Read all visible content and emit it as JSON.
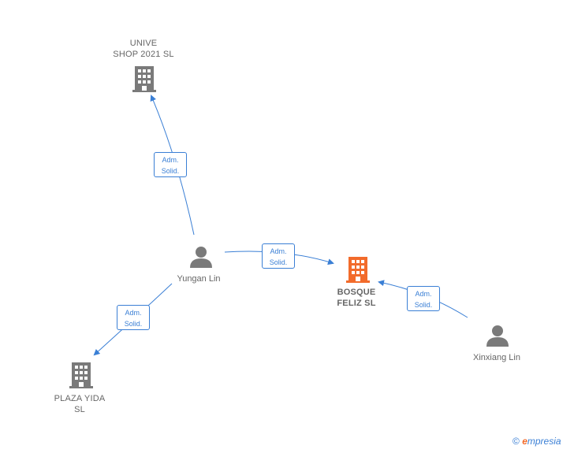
{
  "nodes": {
    "unive": {
      "label": "UNIVE\nSHOP 2021  SL",
      "icon": "building-icon"
    },
    "bosque": {
      "label": "BOSQUE\nFELIZ  SL",
      "icon": "building-icon",
      "color": "#f26b2b"
    },
    "plaza": {
      "label": "PLAZA YIDA\nSL",
      "icon": "building-icon"
    },
    "yungan": {
      "label": "Yungan Lin",
      "icon": "person-icon"
    },
    "xinxiang": {
      "label": "Xinxiang Lin",
      "icon": "person-icon"
    }
  },
  "edges": {
    "e1": {
      "label": "Adm.\nSolid."
    },
    "e2": {
      "label": "Adm.\nSolid."
    },
    "e3": {
      "label": "Adm.\nSolid."
    },
    "e4": {
      "label": "Adm.\nSolid."
    }
  },
  "colors": {
    "edge": "#3a7fd5",
    "node": "#7a7a7a",
    "focus": "#f26b2b"
  },
  "brand": {
    "copyright": "©",
    "e": "e",
    "rest": "mpresia"
  }
}
